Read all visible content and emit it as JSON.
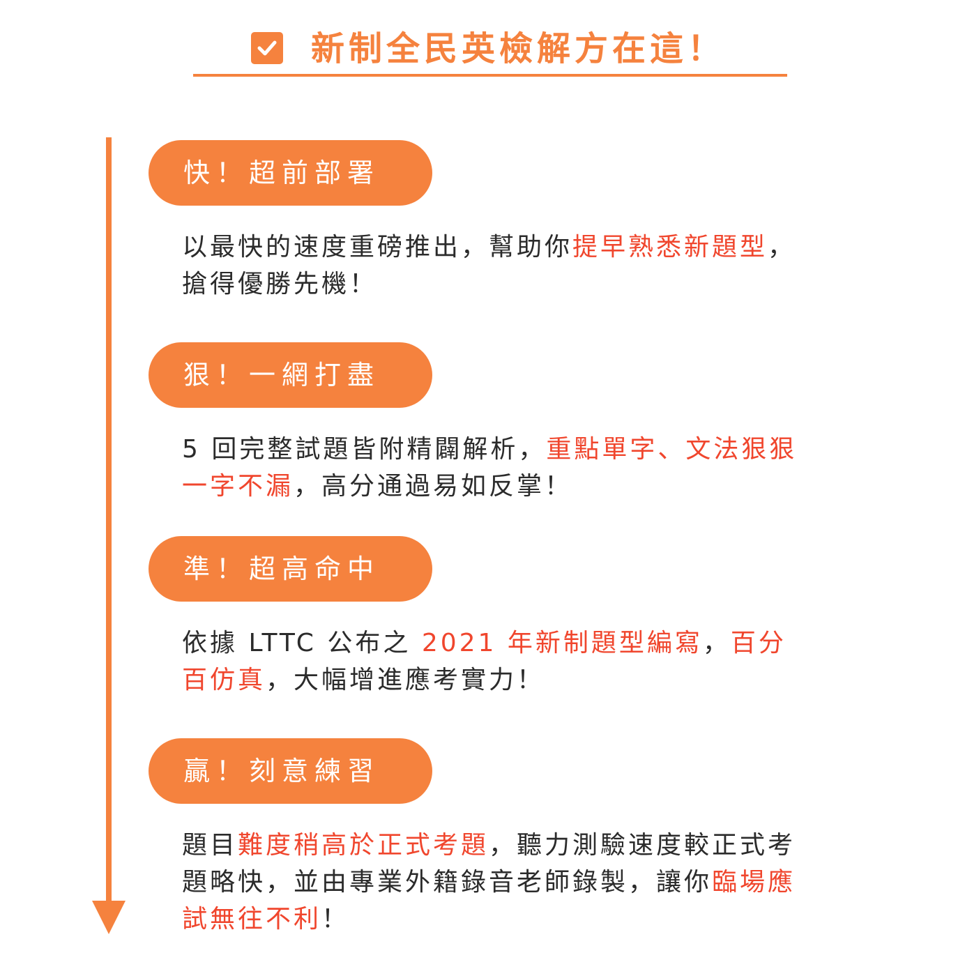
{
  "header": {
    "title": "新制全民英檢解方在這！"
  },
  "colors": {
    "accent": "#f5823e",
    "highlight": "#f0462d",
    "text": "#2b2b2b"
  },
  "sections": [
    {
      "tag": "快！超前部署",
      "lines": [
        [
          {
            "text": "以最快的速度重磅推出，幫助你",
            "hl": false
          },
          {
            "text": "提早熟悉新題型",
            "hl": true
          },
          {
            "text": "，",
            "hl": false
          }
        ],
        [
          {
            "text": "搶得優勝先機！",
            "hl": false
          }
        ]
      ]
    },
    {
      "tag": "狠！一網打盡",
      "lines": [
        [
          {
            "text": "5 回完整試題皆附精闢解析，",
            "hl": false
          },
          {
            "text": "重點單字、文法狠狠",
            "hl": true
          }
        ],
        [
          {
            "text": "一字不漏",
            "hl": true
          },
          {
            "text": "，高分通過易如反掌！",
            "hl": false
          }
        ]
      ]
    },
    {
      "tag": "準！超高命中",
      "lines": [
        [
          {
            "text": "依據 LTTC 公布之 ",
            "hl": false
          },
          {
            "text": "2021 年新制題型編寫",
            "hl": true
          },
          {
            "text": "，",
            "hl": false
          },
          {
            "text": "百分",
            "hl": true
          }
        ],
        [
          {
            "text": "百仿真",
            "hl": true
          },
          {
            "text": "，大幅增進應考實力！",
            "hl": false
          }
        ]
      ]
    },
    {
      "tag": "贏！刻意練習",
      "lines": [
        [
          {
            "text": "題目",
            "hl": false
          },
          {
            "text": "難度稍高於正式考題",
            "hl": true
          },
          {
            "text": "，聽力測驗速度較正式考",
            "hl": false
          }
        ],
        [
          {
            "text": "題略快，並由專業外籍錄音老師錄製，讓你",
            "hl": false
          },
          {
            "text": "臨場應",
            "hl": true
          }
        ],
        [
          {
            "text": "試無往不利",
            "hl": true
          },
          {
            "text": "！",
            "hl": false
          }
        ]
      ]
    }
  ]
}
